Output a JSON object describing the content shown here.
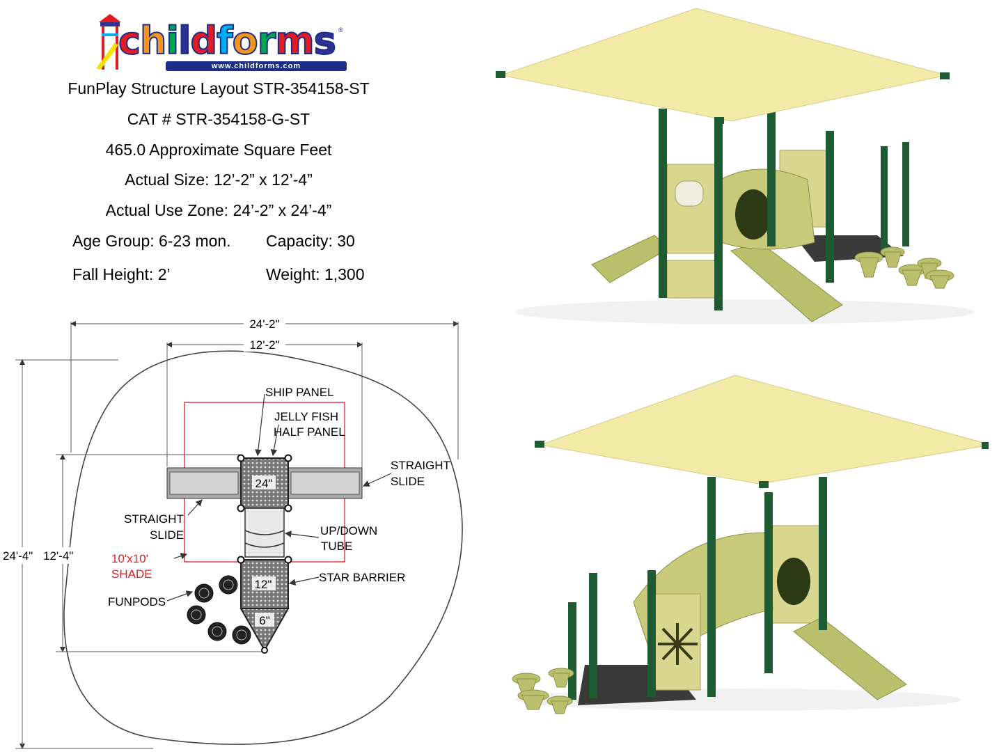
{
  "logo": {
    "brand_letters": [
      "c",
      "h",
      "i",
      "l",
      "d",
      "f",
      "o",
      "r",
      "m",
      "s"
    ],
    "letter_colors": [
      "#e31b23",
      "#f7941d",
      "#00a651",
      "#2e3192",
      "#e31b23",
      "#00aeef",
      "#f7941d",
      "#00a651",
      "#e31b23",
      "#2e3192"
    ],
    "url": "www.childforms.com",
    "reg_mark": "®"
  },
  "specs": {
    "title": "FunPlay Structure Layout STR-354158-ST",
    "catalog": "CAT # STR-354158-G-ST",
    "area": "465.0 Approximate Square Feet",
    "actual_size": "Actual Size: 12’-2” x 12’-4”",
    "use_zone": "Actual Use Zone: 24’-2” x 24’-4”",
    "age_group": "Age Group: 6-23 mon.",
    "capacity": "Capacity: 30",
    "fall_height": "Fall Height: 2’",
    "weight": "Weight: 1,300"
  },
  "plan": {
    "dim_overall_width": "24'-2\"",
    "dim_structure_width": "12'-2\"",
    "dim_overall_depth": "24'-4\"",
    "dim_structure_depth": "12'-4\"",
    "deck_upper": "24\"",
    "deck_middle": "12\"",
    "deck_lower": "6\"",
    "labels": {
      "ship_panel": "SHIP PANEL",
      "jelly_line1": "JELLY FISH",
      "jelly_line2": "HALF PANEL",
      "straight_slide_r1": "STRAIGHT",
      "straight_slide_r2": "SLIDE",
      "straight_slide_l1": "STRAIGHT",
      "straight_slide_l2": "SLIDE",
      "tube1": "UP/DOWN",
      "tube2": "TUBE",
      "shade1": "10'x10'",
      "shade2": "SHADE",
      "star_barrier": "STAR BARRIER",
      "funpods": "FUNPODS"
    },
    "colors": {
      "shade": "#e31b23",
      "lines": "#333333"
    }
  },
  "render": {
    "canopy": "#f2eaa6",
    "posts": "#1e5b32",
    "panels": "#d9d68f",
    "slides": "#b9bf6a",
    "deck": "#3a3a3a"
  }
}
